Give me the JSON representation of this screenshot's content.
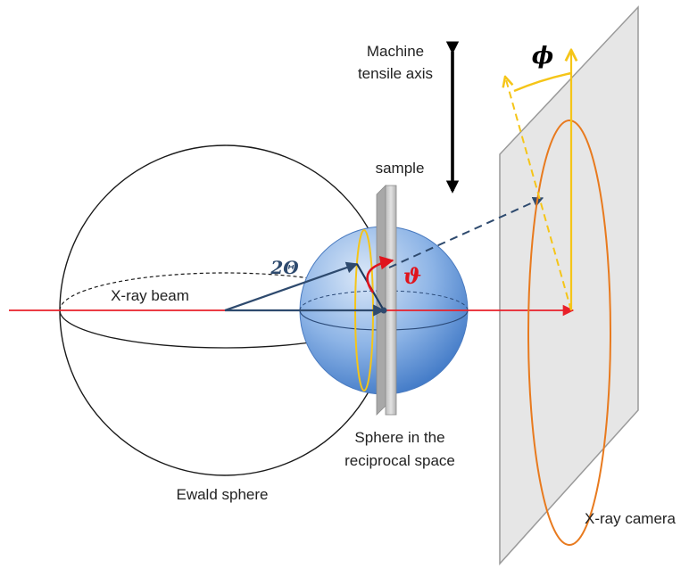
{
  "diagram": {
    "labels": {
      "machine_tensile_axis_line1": "Machine",
      "machine_tensile_axis_line2": "tensile axis",
      "sample": "sample",
      "xray_beam": "X-ray beam",
      "two_theta": "2Θ",
      "theta": "ϑ",
      "phi": "ϕ",
      "reciprocal_line1": "Sphere in the",
      "reciprocal_line2": "reciprocal space",
      "ewald_sphere": "Ewald sphere",
      "xray_camera": "X-ray camera"
    },
    "colors": {
      "beam": "#e8202a",
      "vector": "#2e4a6e",
      "theta": "#e0141c",
      "phi_axis": "#f5c518",
      "diffraction_ring": "#e87a1e",
      "camera_plane": "#e6e6e6",
      "reciprocal_sphere": "#6f9fdc",
      "sample_plate": "#d4d4d4"
    }
  }
}
